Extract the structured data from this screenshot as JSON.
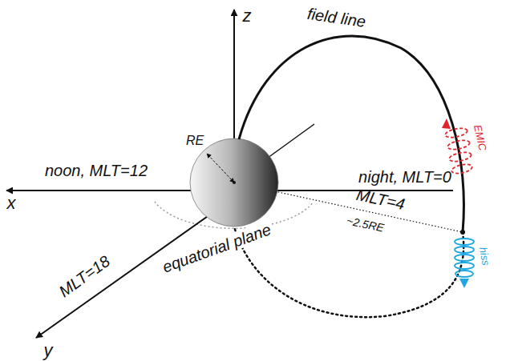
{
  "diagram": {
    "labels": [
      "z",
      "field line",
      "EMIC",
      "noon, MLT=12",
      "MLT=4",
      "RE",
      "~2.5RE",
      "hiss",
      "x",
      "night, MLT=0",
      "equatorial plane",
      "MLT=18",
      "y"
    ]
  }
}
